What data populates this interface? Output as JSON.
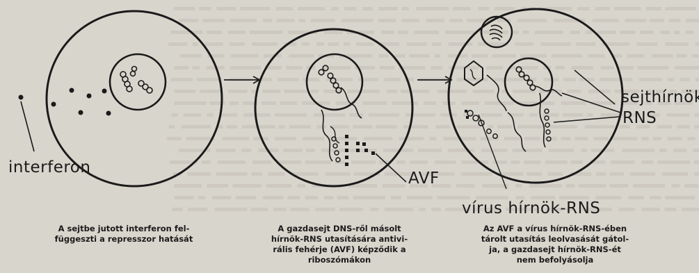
{
  "labels": {
    "interferon": "interferon",
    "avf": "AVF",
    "sejthirnok": "sejthírnök",
    "rns": "RNS",
    "virus_hirnok_rns": "vírus hírnök-RNS"
  },
  "captions": [
    {
      "lines": [
        "A sejtbe jutott interferon fel-",
        "függeszti a represszor hatását"
      ]
    },
    {
      "lines": [
        "A gazdasejt DNS-ről másolt",
        "hírnök-RNS utasítására antivi-",
        "rális fehérje (AVF) képződik a",
        "riboszómákon"
      ]
    },
    {
      "lines": [
        "Az AVF a vírus hírnök-RNS-ében",
        "tárolt utasítás leolvasását gátol-",
        "ja, a gazdasejt hírnök-RNS-ét",
        "nem befolyásolja"
      ]
    }
  ],
  "colors": {
    "paper": "#d8d5cc",
    "ink": "#1a1a1a",
    "bleed_text": "#b9b5ab"
  }
}
